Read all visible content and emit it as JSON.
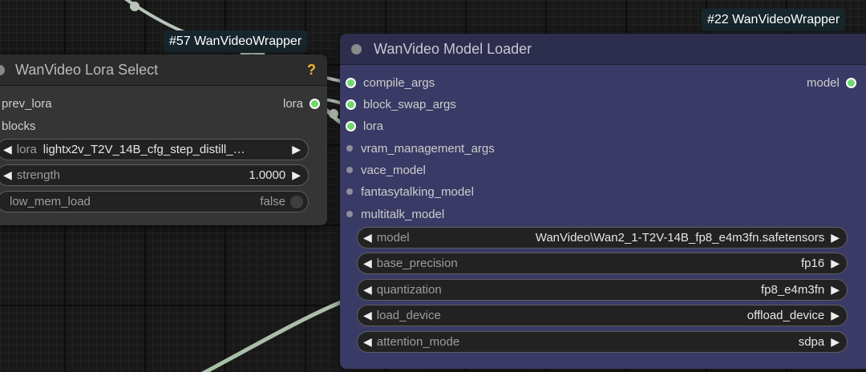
{
  "badges": {
    "lora_node": "#57 WanVideoWrapper",
    "loader_node": "#22 WanVideoWrapper"
  },
  "lora_node": {
    "title": "WanVideo Lora Select",
    "help_glyph": "?",
    "inputs": [
      "prev_lora",
      "blocks"
    ],
    "output": "lora",
    "widgets": {
      "lora": {
        "label": "lora",
        "value": "lightx2v_T2V_14B_cfg_step_distill_…"
      },
      "strength": {
        "label": "strength",
        "value": "1.0000"
      },
      "low_mem_load": {
        "label": "low_mem_load",
        "value": "false"
      }
    }
  },
  "loader_node": {
    "title": "WanVideo Model Loader",
    "inputs": [
      {
        "label": "compile_args",
        "connected": true
      },
      {
        "label": "block_swap_args",
        "connected": true
      },
      {
        "label": "lora",
        "connected": true
      },
      {
        "label": "vram_management_args",
        "connected": false
      },
      {
        "label": "vace_model",
        "connected": false
      },
      {
        "label": "fantasytalking_model",
        "connected": false
      },
      {
        "label": "multitalk_model",
        "connected": false
      }
    ],
    "output": "model",
    "widgets": [
      {
        "label": "model",
        "value": "WanVideo\\Wan2_1-T2V-14B_fp8_e4m3fn.safetensors"
      },
      {
        "label": "base_precision",
        "value": "fp16"
      },
      {
        "label": "quantization",
        "value": "fp8_e4m3fn"
      },
      {
        "label": "load_device",
        "value": "offload_device"
      },
      {
        "label": "attention_mode",
        "value": "sdpa"
      }
    ]
  },
  "icons": {
    "arrow_left": "◀",
    "arrow_right": "▶"
  },
  "colors": {
    "canvas": "#181818",
    "lora_node_body": "#353535",
    "loader_node_body": "#3a3a66",
    "connected_slot": "#6fd96f",
    "help_icon": "#f5b42e",
    "wire": "#9fb59f"
  }
}
